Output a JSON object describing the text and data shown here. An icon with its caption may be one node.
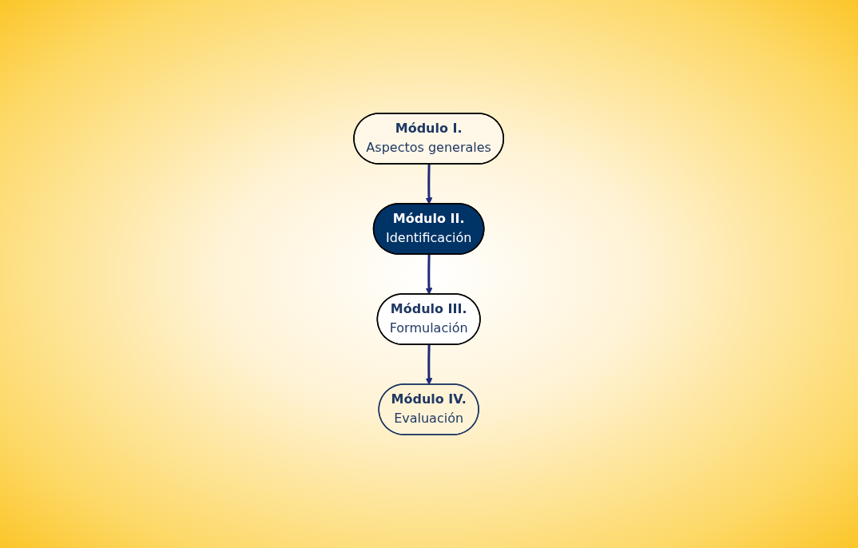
{
  "diagram": {
    "nodes": [
      {
        "text": [
          "Módulo I.",
          "Aspectos generales"
        ]
      },
      {
        "text": [
          "Módulo II.",
          "Identificación"
        ]
      },
      {
        "text": [
          "Módulo III.",
          "Formulación"
        ]
      },
      {
        "text": [
          "Módulo IV.",
          "Evaluación"
        ]
      }
    ],
    "edges": [
      {
        "from": 0,
        "to": 1,
        "arrow": "to"
      },
      {
        "from": 1,
        "to": 2,
        "arrow": "to"
      },
      {
        "from": 2,
        "to": 3,
        "arrow": "to"
      }
    ]
  }
}
